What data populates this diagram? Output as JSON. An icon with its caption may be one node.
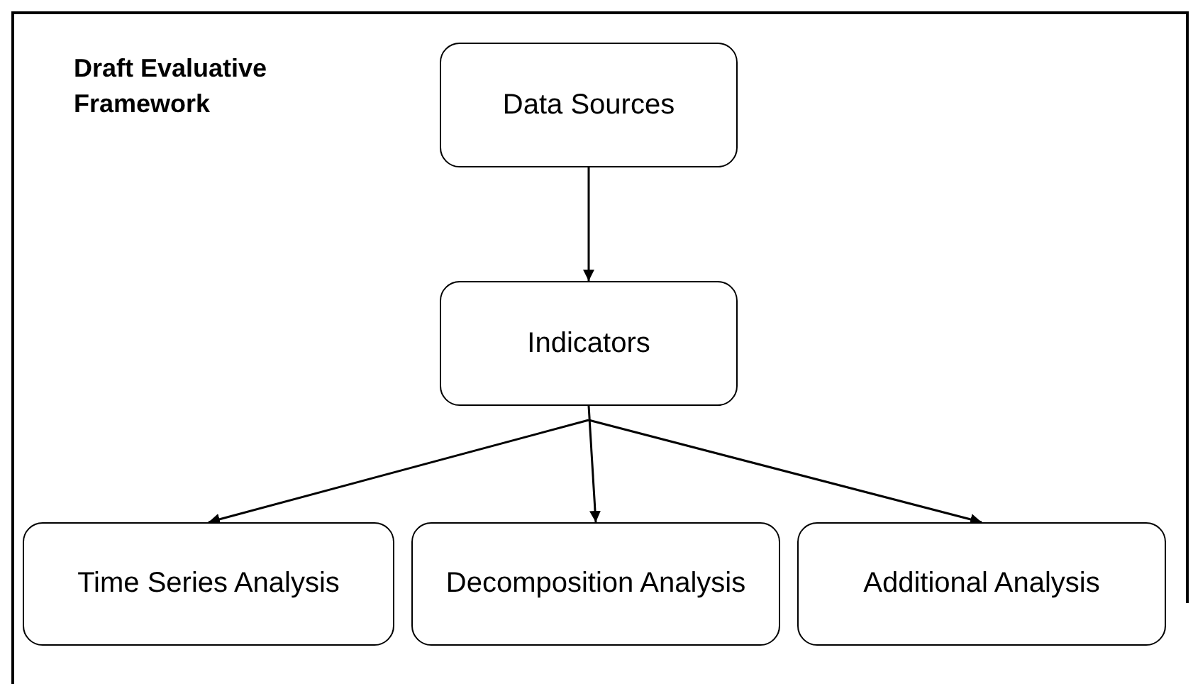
{
  "diagram": {
    "title": "Draft Evaluative Framework",
    "nodes": [
      {
        "text": [
          "Data Sources"
        ]
      },
      {
        "text": [
          "Indicators"
        ]
      },
      {
        "text": [
          "Time Series Analysis"
        ]
      },
      {
        "text": [
          "Decomposition Analysis"
        ]
      },
      {
        "text": [
          "Additional Analysis"
        ]
      }
    ],
    "edges": [
      {
        "from": 0,
        "to": 1,
        "arrow": "to"
      },
      {
        "from": 1,
        "to": 2,
        "arrow": "to"
      },
      {
        "from": 1,
        "to": 3,
        "arrow": "to"
      },
      {
        "from": 1,
        "to": 4,
        "arrow": "to"
      }
    ]
  }
}
